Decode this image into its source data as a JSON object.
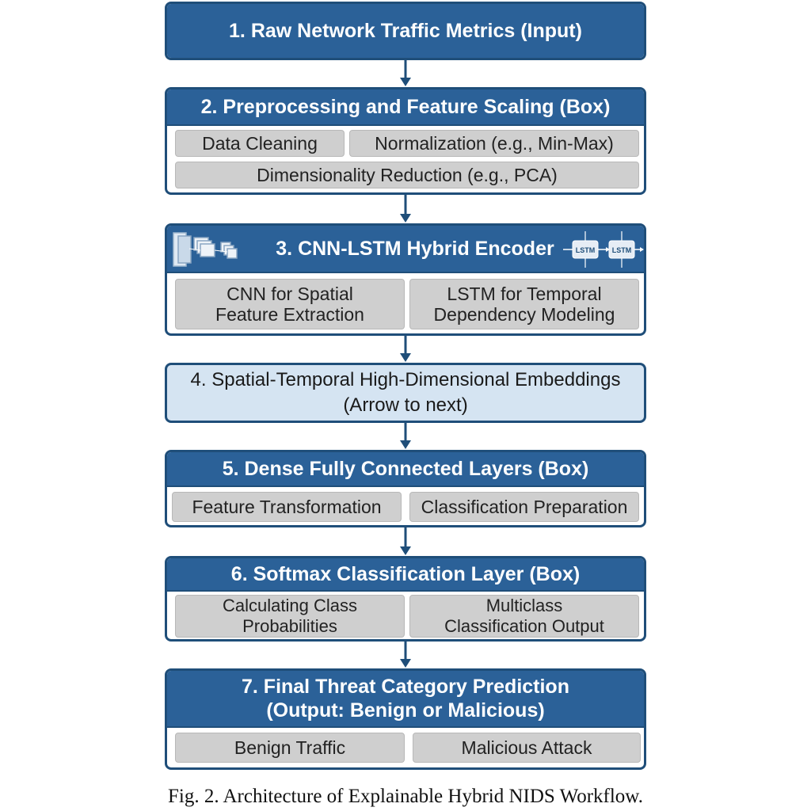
{
  "colors": {
    "header_blue": "#2b6198",
    "border_blue": "#1f4e79",
    "light_blue": "#d5e4f2",
    "pill_gray": "#cfcfcf"
  },
  "step1": {
    "title": "1. Raw Network Traffic Metrics (Input)"
  },
  "step2": {
    "title": "2. Preprocessing and Feature Scaling (Box)",
    "items": [
      "Data Cleaning",
      "Normalization (e.g., Min-Max)",
      "Dimensionality Reduction (e.g., PCA)"
    ]
  },
  "step3": {
    "title": "3. CNN-LSTM Hybrid Encoder",
    "lstm_label": "LSTM",
    "items": [
      "CNN for Spatial\nFeature Extraction",
      "LSTM for Temporal\nDependency Modeling"
    ]
  },
  "step4": {
    "title": "4. Spatial-Temporal High-Dimensional Embeddings\n(Arrow to next)"
  },
  "step5": {
    "title": "5. Dense Fully Connected Layers (Box)",
    "items": [
      "Feature Transformation",
      "Classification Preparation"
    ]
  },
  "step6": {
    "title": "6. Softmax Classification Layer (Box)",
    "items": [
      "Calculating Class\nProbabilities",
      "Multiclass\nClassification Output"
    ]
  },
  "step7": {
    "title": "7. Final Threat Category Prediction\n(Output: Benign or Malicious)",
    "items": [
      "Benign Traffic",
      "Malicious Attack"
    ]
  },
  "caption": "Fig. 2.  Architecture of Explainable Hybrid NIDS Workflow."
}
